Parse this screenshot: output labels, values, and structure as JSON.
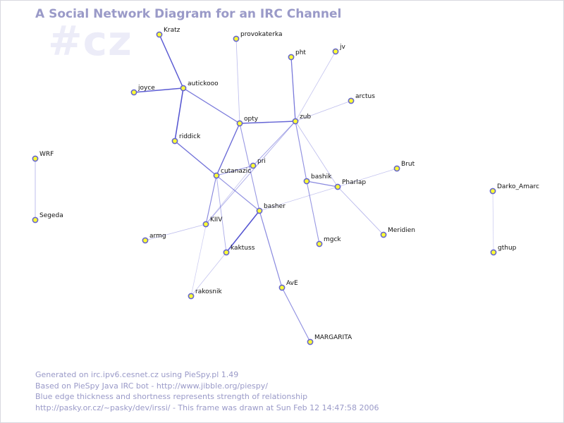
{
  "title": "A Social Network Diagram for an IRC Channel",
  "channel": "#cz",
  "footer": [
    "Generated on irc.ipv6.cesnet.cz using PieSpy.pl 1.49",
    "Based on PieSpy Java IRC bot - http://www.jibble.org/piespy/",
    "Blue edge thickness and shortness represents strength of relationship",
    "http://pasky.or.cz/~pasky/dev/irssi/ - This frame was drawn at Sun Feb 12 14:47:58 2006"
  ],
  "colors": {
    "node_fill": "#ffff33",
    "node_stroke": "#6666cc",
    "edge": "#4444cc",
    "text": "#9a9ac8"
  },
  "nodes": [
    {
      "id": "Kratz",
      "label": "Kratz"
    },
    {
      "id": "provokaterka",
      "label": "provokaterka"
    },
    {
      "id": "pht",
      "label": "pht"
    },
    {
      "id": "jv",
      "label": "jv"
    },
    {
      "id": "joyce",
      "label": "joyce"
    },
    {
      "id": "autickooo",
      "label": "autickooo"
    },
    {
      "id": "arctus",
      "label": "arctus"
    },
    {
      "id": "opty",
      "label": "opty"
    },
    {
      "id": "zub",
      "label": "zub"
    },
    {
      "id": "riddick",
      "label": "riddick"
    },
    {
      "id": "WRF",
      "label": "WRF"
    },
    {
      "id": "pri",
      "label": "pri"
    },
    {
      "id": "cutanazic",
      "label": "cutanazic"
    },
    {
      "id": "Brut",
      "label": "Brut"
    },
    {
      "id": "bashik",
      "label": "bashik"
    },
    {
      "id": "Pharlap",
      "label": "Pharlap"
    },
    {
      "id": "Darko_Amarc",
      "label": "Darko_Amarc"
    },
    {
      "id": "basher",
      "label": "basher"
    },
    {
      "id": "Segeda",
      "label": "Segeda"
    },
    {
      "id": "KIIV",
      "label": "KIIV"
    },
    {
      "id": "Meridien",
      "label": "Meridien"
    },
    {
      "id": "armg",
      "label": "armg"
    },
    {
      "id": "mgck",
      "label": "mgck"
    },
    {
      "id": "kaktuss",
      "label": "kaktuss"
    },
    {
      "id": "gthup",
      "label": "gthup"
    },
    {
      "id": "AvE",
      "label": "AvE"
    },
    {
      "id": "rakosnik",
      "label": "rakosnik"
    },
    {
      "id": "MARGARITA",
      "label": "MARGARITA"
    }
  ],
  "edges": [
    {
      "from": "Kratz",
      "to": "autickooo",
      "strength": 0.9
    },
    {
      "from": "joyce",
      "to": "autickooo",
      "strength": 0.9
    },
    {
      "from": "autickooo",
      "to": "riddick",
      "strength": 0.95
    },
    {
      "from": "autickooo",
      "to": "opty",
      "strength": 0.7
    },
    {
      "from": "riddick",
      "to": "cutanazic",
      "strength": 0.75
    },
    {
      "from": "provokaterka",
      "to": "opty",
      "strength": 0.25
    },
    {
      "from": "opty",
      "to": "zub",
      "strength": 0.85
    },
    {
      "from": "opty",
      "to": "cutanazic",
      "strength": 0.8
    },
    {
      "from": "opty",
      "to": "basher",
      "strength": 0.5
    },
    {
      "from": "pht",
      "to": "zub",
      "strength": 0.7
    },
    {
      "from": "jv",
      "to": "zub",
      "strength": 0.2
    },
    {
      "from": "arctus",
      "to": "zub",
      "strength": 0.25
    },
    {
      "from": "zub",
      "to": "bashik",
      "strength": 0.55
    },
    {
      "from": "zub",
      "to": "Pharlap",
      "strength": 0.25
    },
    {
      "from": "zub",
      "to": "pri",
      "strength": 0.4
    },
    {
      "from": "zub",
      "to": "KIIV",
      "strength": 0.35
    },
    {
      "from": "pri",
      "to": "cutanazic",
      "strength": 0.5
    },
    {
      "from": "cutanazic",
      "to": "basher",
      "strength": 0.55
    },
    {
      "from": "cutanazic",
      "to": "KIIV",
      "strength": 0.5
    },
    {
      "from": "cutanazic",
      "to": "kaktuss",
      "strength": 0.35
    },
    {
      "from": "cutanazic",
      "to": "rakosnik",
      "strength": 0.15
    },
    {
      "from": "pri",
      "to": "KIIV",
      "strength": 0.2
    },
    {
      "from": "bashik",
      "to": "Pharlap",
      "strength": 0.6
    },
    {
      "from": "bashik",
      "to": "mgck",
      "strength": 0.5
    },
    {
      "from": "Brut",
      "to": "Pharlap",
      "strength": 0.2
    },
    {
      "from": "Pharlap",
      "to": "Meridien",
      "strength": 0.3
    },
    {
      "from": "Pharlap",
      "to": "basher",
      "strength": 0.2
    },
    {
      "from": "basher",
      "to": "kaktuss",
      "strength": 0.95
    },
    {
      "from": "basher",
      "to": "AvE",
      "strength": 0.6
    },
    {
      "from": "armg",
      "to": "KIIV",
      "strength": 0.25
    },
    {
      "from": "kaktuss",
      "to": "rakosnik",
      "strength": 0.2
    },
    {
      "from": "AvE",
      "to": "MARGARITA",
      "strength": 0.55
    },
    {
      "from": "WRF",
      "to": "Segeda",
      "strength": 0.3
    },
    {
      "from": "Darko_Amarc",
      "to": "gthup",
      "strength": 0.15
    }
  ]
}
